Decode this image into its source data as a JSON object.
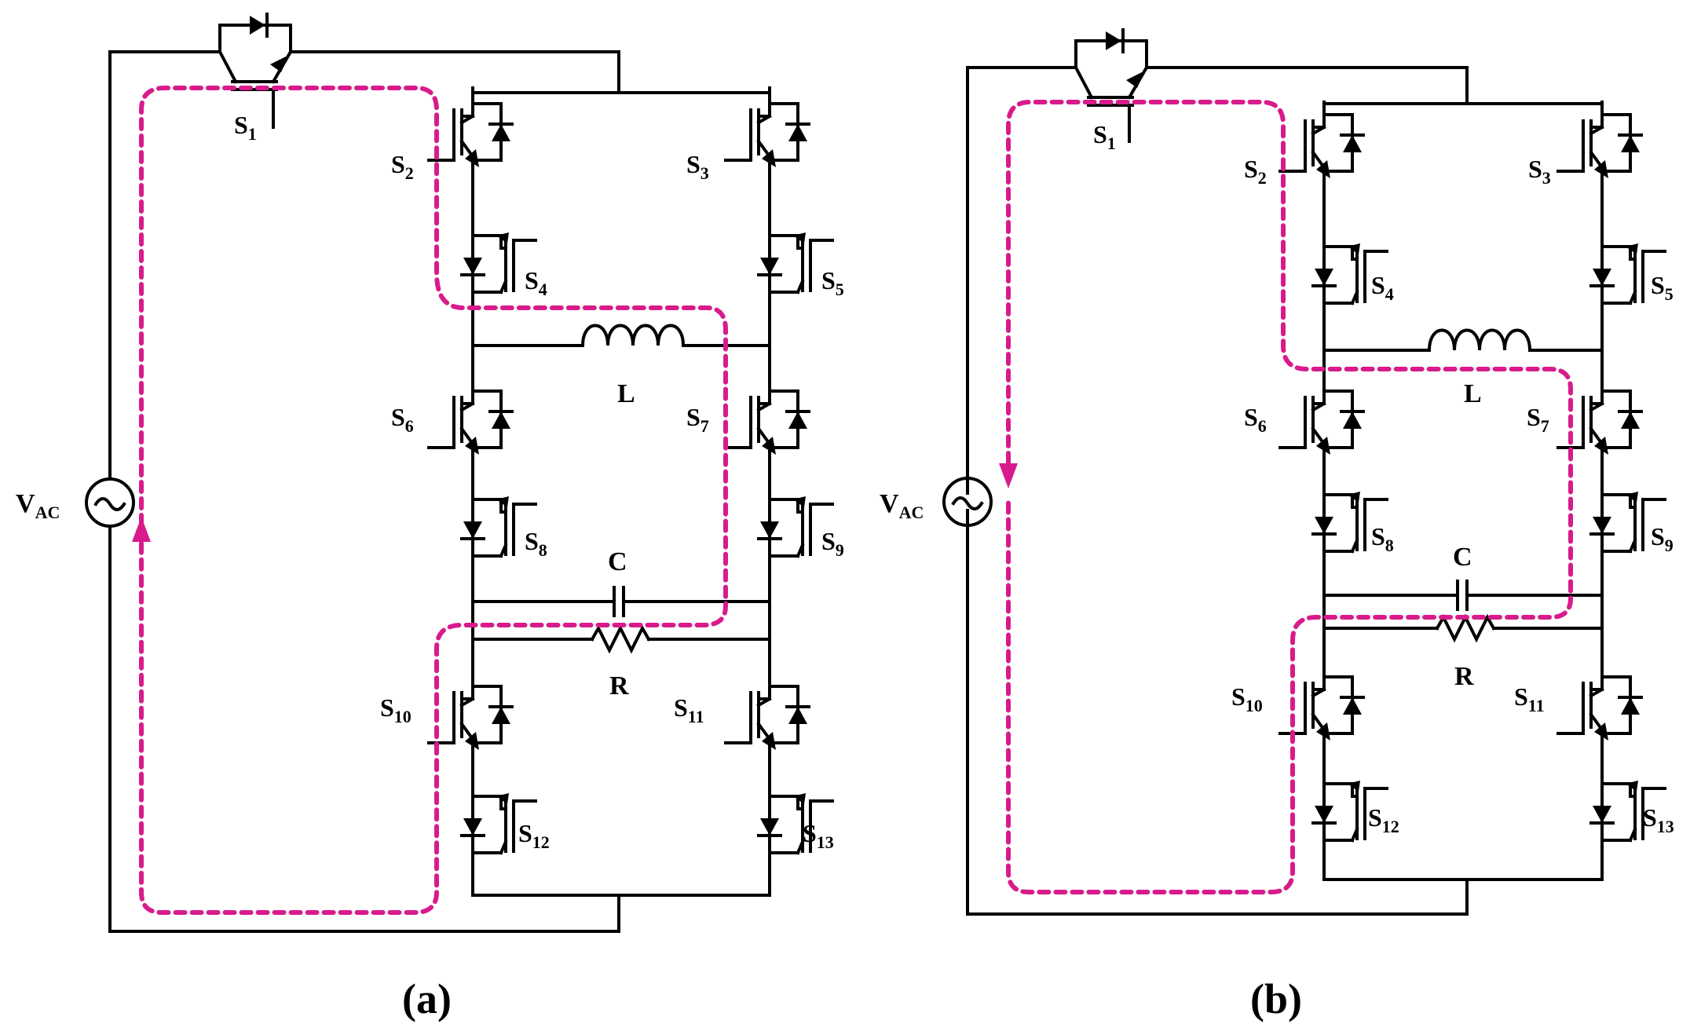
{
  "panels": [
    {
      "caption": "(a)",
      "labels": {
        "source": "V",
        "source_sub": "AC",
        "inductor": "L",
        "capacitor": "C",
        "resistor": "R"
      },
      "switches": [
        "1",
        "2",
        "3",
        "4",
        "5",
        "6",
        "7",
        "8",
        "9",
        "10",
        "11",
        "12",
        "13"
      ]
    },
    {
      "caption": "(b)",
      "labels": {
        "source": "V",
        "source_sub": "AC",
        "inductor": "L",
        "capacitor": "C",
        "resistor": "R"
      },
      "switches": [
        "1",
        "2",
        "3",
        "4",
        "5",
        "6",
        "7",
        "8",
        "9",
        "10",
        "11",
        "12",
        "13"
      ]
    }
  ],
  "colors": {
    "current_path": "#d81b8c",
    "wire": "#000000",
    "background": "#ffffff"
  }
}
